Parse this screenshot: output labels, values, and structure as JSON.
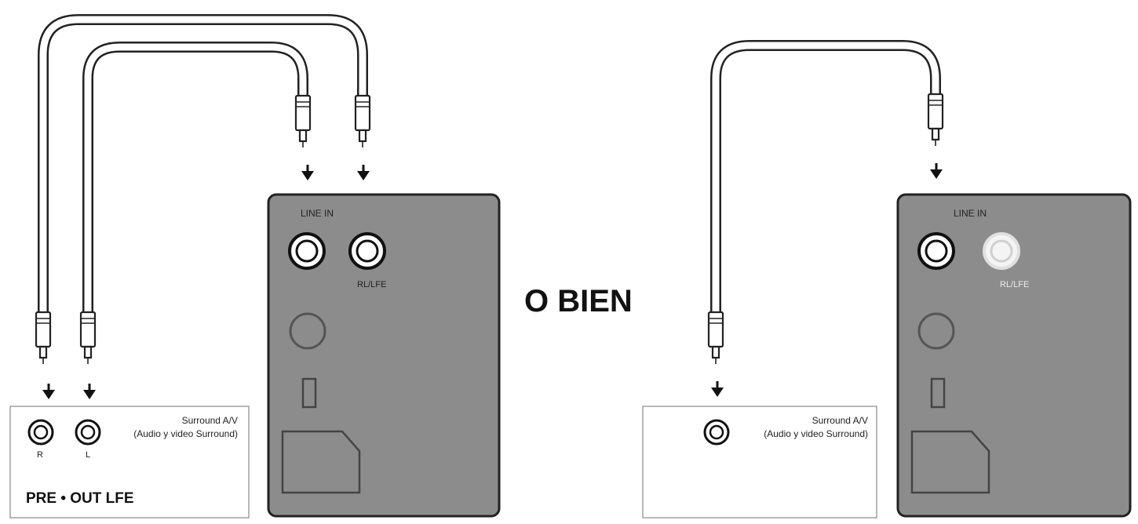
{
  "left": {
    "line_in_label": "LINE IN",
    "rl_lfe_label": "RL/LFE",
    "source_title": "Surround A/V",
    "source_subtitle": "(Audio y video Surround)",
    "jack_r_label": "R",
    "jack_l_label": "L",
    "preout_label": "PRE • OUT LFE"
  },
  "separator": "O BIEN",
  "right": {
    "line_in_label": "LINE IN",
    "rl_lfe_label": "RL/LFE",
    "source_title": "Surround A/V",
    "source_subtitle": "(Audio y video Surround)"
  },
  "colors": {
    "subwoofer_panel": "#8c8c8c",
    "outline": "#222222"
  }
}
